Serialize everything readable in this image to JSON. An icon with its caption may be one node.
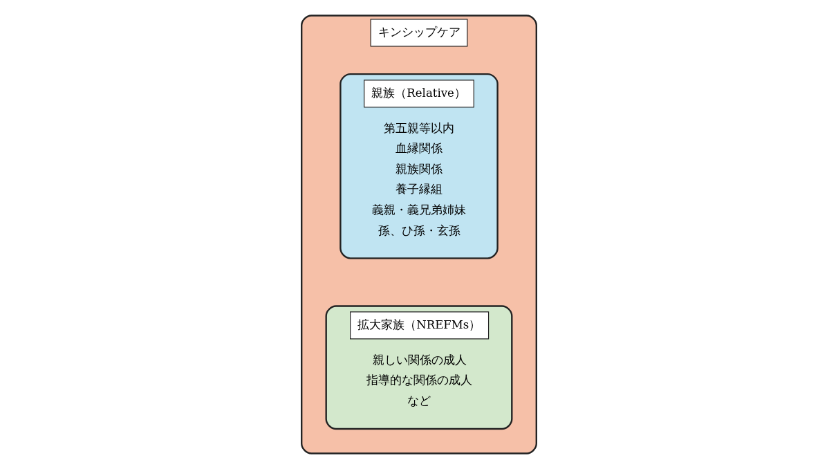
{
  "diagram": {
    "nodes": [
      {
        "text": [
          "キンシップケア"
        ]
      },
      {
        "text": [
          "親族（Relative）",
          "第五親等以内",
          "血縁関係",
          "親族関係",
          "養子縁組",
          "義親・義兄弟姉妹",
          "孫、ひ孫・玄孫"
        ],
        "in": 0
      },
      {
        "text": [
          "拡大家族（NREFMs）",
          "親しい関係の成人",
          "指導的な関係の成人",
          "など"
        ],
        "in": 0
      }
    ],
    "edges": []
  }
}
